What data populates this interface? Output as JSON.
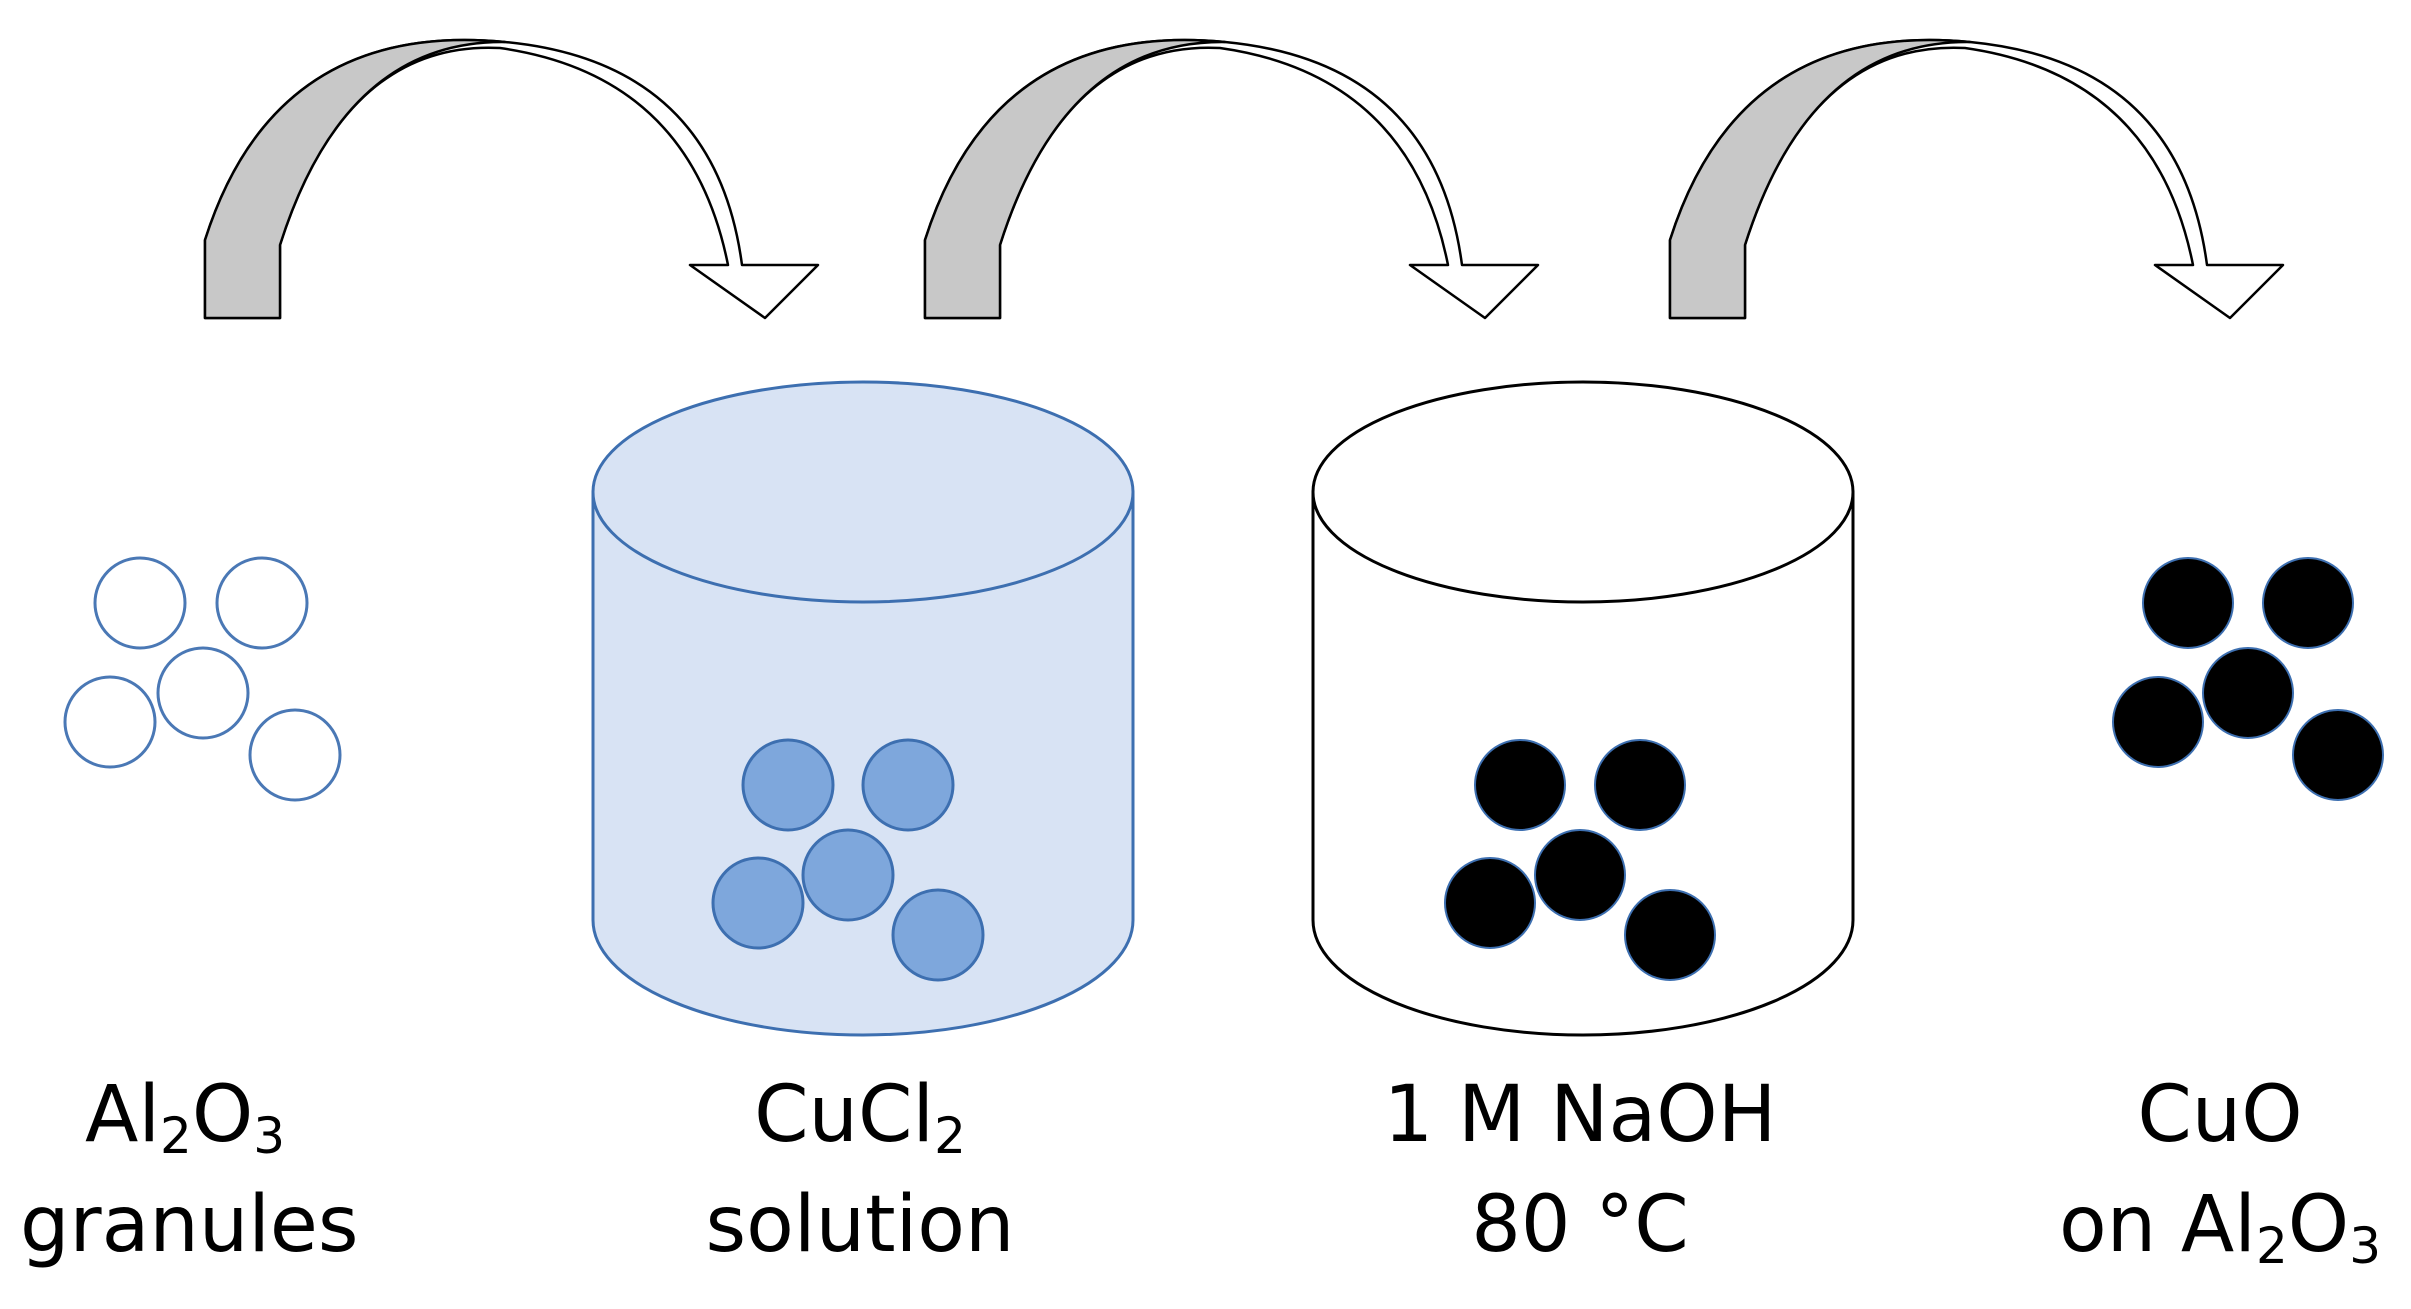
{
  "colors": {
    "arrow_fill": "#c8c8c8",
    "arrow_stroke": "#000000",
    "granule_stroke": "#4a78b5",
    "granule_fill_blue": "#7ea7dc",
    "solution_fill": "#d8e3f4",
    "solution_stroke": "#3d6fb0",
    "black": "#000000",
    "white": "#ffffff"
  },
  "steps": [
    {
      "id": "al2o3",
      "label_line1": {
        "main": "Al",
        "sub1": "2",
        "mid": "O",
        "sub2": "3",
        "tail": ""
      },
      "label_line2": "granules"
    },
    {
      "id": "cucl2",
      "label_line1": {
        "main": "CuCl",
        "sub1": "2",
        "mid": "",
        "sub2": "",
        "tail": ""
      },
      "label_line2": "solution"
    },
    {
      "id": "naoh",
      "label_line1": {
        "main": "1 M NaOH",
        "sub1": "",
        "mid": "",
        "sub2": "",
        "tail": ""
      },
      "label_line2": "80 °C"
    },
    {
      "id": "cuo",
      "label_line1": {
        "main": "CuO",
        "sub1": "",
        "mid": "",
        "sub2": "",
        "tail": ""
      },
      "label_line2": {
        "main": "on Al",
        "sub1": "2",
        "mid": "O",
        "sub2": "3"
      }
    }
  ]
}
